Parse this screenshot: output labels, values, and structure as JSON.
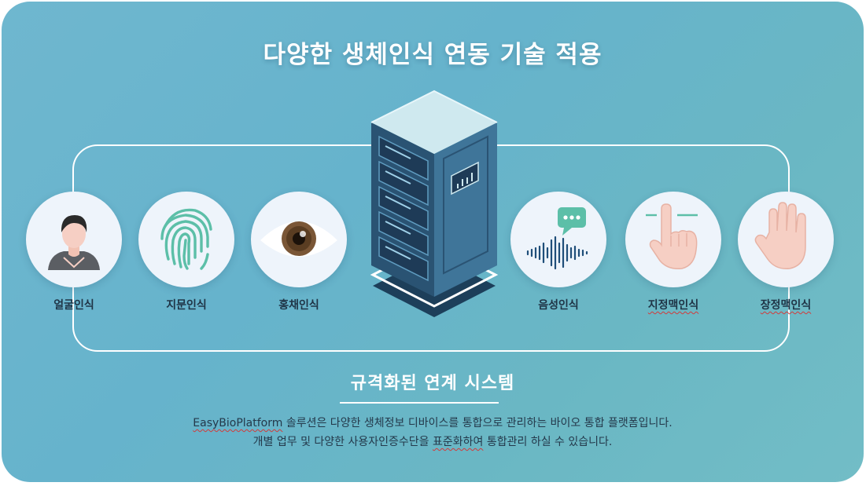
{
  "title": "다양한 생체인식 연동 기술 적용",
  "modalities": [
    {
      "label": "얼굴인식",
      "icon": "face-icon"
    },
    {
      "label": "지문인식",
      "icon": "fingerprint-icon"
    },
    {
      "label": "홍채인식",
      "icon": "eye-icon"
    },
    {
      "label": "음성인식",
      "icon": "voice-icon"
    },
    {
      "label": "지정맥인식",
      "icon": "finger-vein-icon"
    },
    {
      "label": "장정맥인식",
      "icon": "palm-vein-icon"
    }
  ],
  "center_icon": "server-icon",
  "subtitle": "규격화된 연계 시스템",
  "description": {
    "line1_brand": "EasyBioPlatform",
    "line1_rest": " 솔루션은 다양한 생체정보 디바이스를 통합으로 관리하는 바이오 통합 플랫폼입니다.",
    "line2_pre": "개별 업무 및 다양한 사용자인증수단을 ",
    "line2_flag": "표준화하여",
    "line2_post": " 통합관리 하실 수 있습니다."
  },
  "colors": {
    "accent_teal": "#5cbfa8",
    "navy": "#1f4e79",
    "skin": "#f6cfc4",
    "background": "#6ab6cc"
  }
}
